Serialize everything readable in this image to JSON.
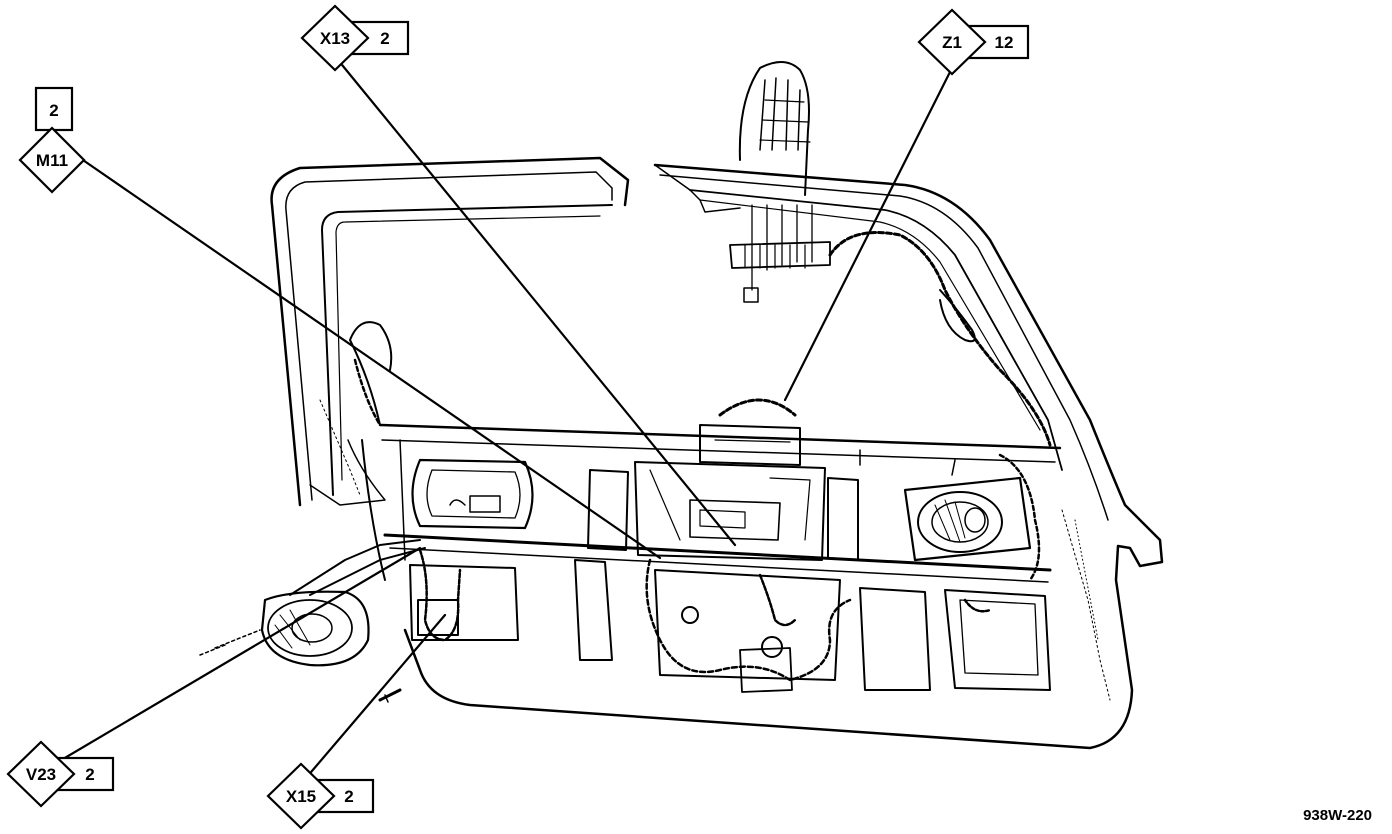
{
  "callouts": {
    "x13": {
      "code": "X13",
      "count": "2"
    },
    "z1": {
      "code": "Z1",
      "count": "12"
    },
    "m11": {
      "code": "M11",
      "count": "2"
    },
    "v23": {
      "code": "V23",
      "count": "2"
    },
    "x15": {
      "code": "X15",
      "count": "2"
    }
  },
  "figure_id": "938W-220",
  "colors": {
    "ink": "#000000",
    "paper": "#ffffff"
  }
}
